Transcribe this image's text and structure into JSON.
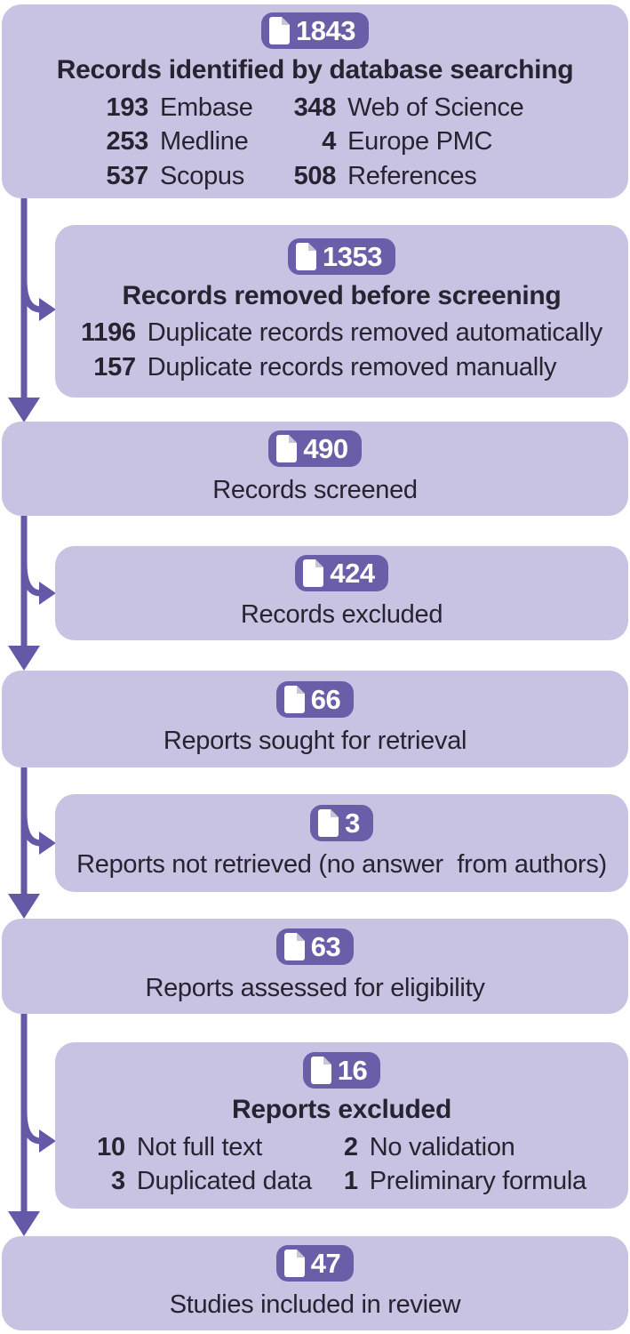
{
  "colors": {
    "box_bg": "#c9c3e3",
    "badge_bg": "#6a5ea8",
    "arrow": "#6459a6",
    "text": "#272330",
    "badge_text": "#ffffff",
    "icon_page": "#ffffff",
    "icon_fold": "#c9c5d4",
    "page_bg": "#ffffff"
  },
  "identified": {
    "count": "1843",
    "title": "Records identified by database searching",
    "col1": [
      {
        "n": "193",
        "label": "Embase"
      },
      {
        "n": "253",
        "label": "Medline"
      },
      {
        "n": "537",
        "label": "Scopus"
      }
    ],
    "col2": [
      {
        "n": "348",
        "label": "Web of Science"
      },
      {
        "n": "4",
        "label": "Europe PMC"
      },
      {
        "n": "508",
        "label": "References"
      }
    ]
  },
  "removed": {
    "count": "1353",
    "title": "Records removed before screening",
    "rows": [
      {
        "n": "1196",
        "label": "Duplicate records removed automatically"
      },
      {
        "n": "157",
        "label": "Duplicate records removed manually"
      }
    ]
  },
  "screened": {
    "count": "490",
    "label": "Records screened"
  },
  "excluded": {
    "count": "424",
    "label": "Records excluded"
  },
  "sought": {
    "count": "66",
    "label": "Reports sought for retrieval"
  },
  "not_retrieved": {
    "count": "3",
    "label": "Reports not retrieved (no answer  from authors)"
  },
  "assessed": {
    "count": "63",
    "label": "Reports assessed for eligibility"
  },
  "reports_excluded": {
    "count": "16",
    "title": "Reports excluded",
    "col1": [
      {
        "n": "10",
        "label": "Not full text"
      },
      {
        "n": "3",
        "label": "Duplicated data"
      }
    ],
    "col2": [
      {
        "n": "2",
        "label": "No validation"
      },
      {
        "n": "1",
        "label": "Preliminary formula"
      }
    ]
  },
  "included": {
    "count": "47",
    "label": "Studies included in review"
  }
}
